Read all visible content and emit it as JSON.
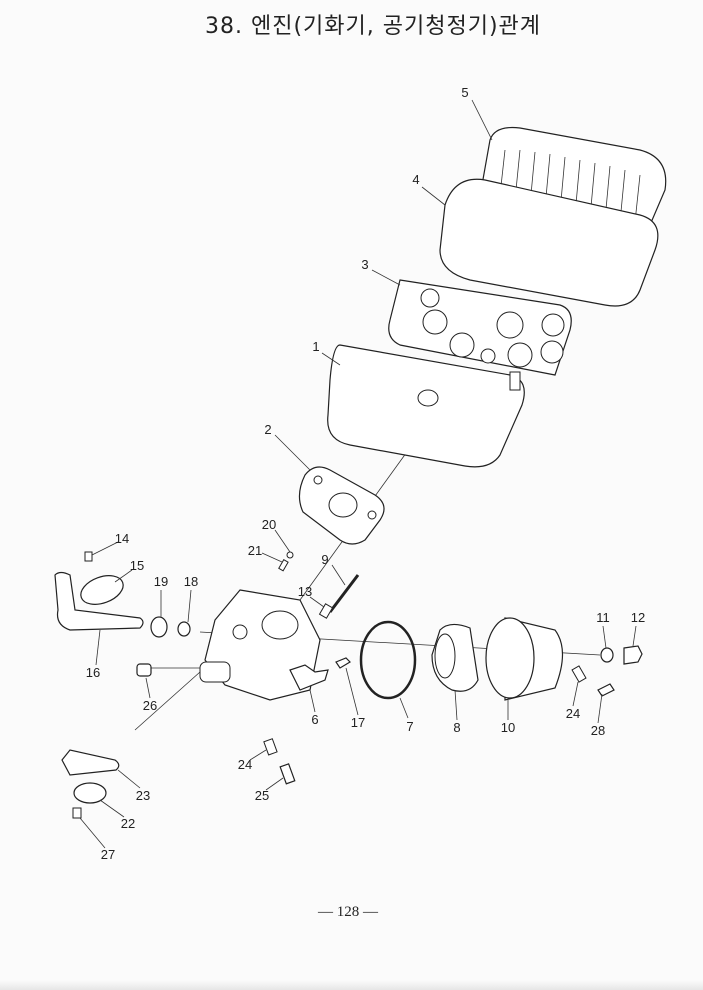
{
  "title": "38.  엔진(기화기, 공기청정기)관계",
  "page_number": "— 128 —",
  "labels": {
    "p1": "1",
    "p2": "2",
    "p3": "3",
    "p4": "4",
    "p5": "5",
    "p6": "6",
    "p7": "7",
    "p8": "8",
    "p9": "9",
    "p10": "10",
    "p11": "11",
    "p12": "12",
    "p13": "13",
    "p14": "14",
    "p15": "15",
    "p16": "16",
    "p17": "17",
    "p18": "18",
    "p19": "19",
    "p20": "20",
    "p21": "21",
    "p22": "22",
    "p23": "23",
    "p24a": "24",
    "p24b": "24",
    "p25": "25",
    "p26": "26",
    "p27": "27",
    "p28": "28"
  }
}
